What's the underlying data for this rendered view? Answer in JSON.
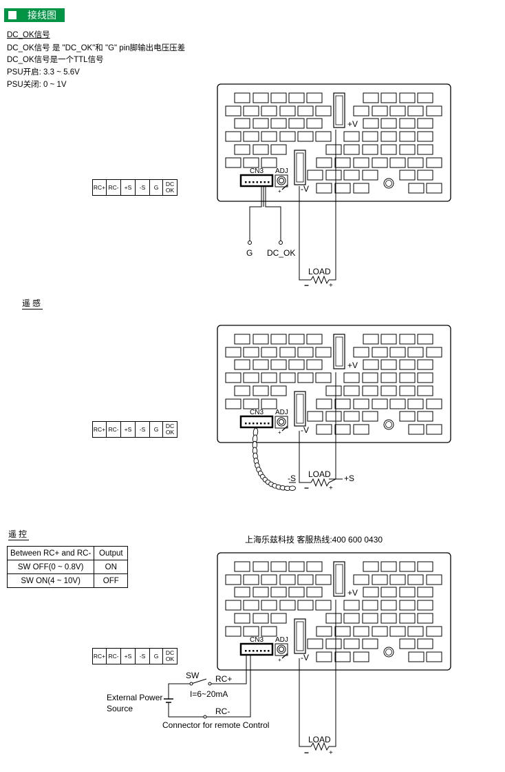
{
  "header": {
    "title": "接线图"
  },
  "dcok": {
    "heading": "DC_OK信号",
    "lines": [
      "DC_OK信号 是 \"DC_OK\"和 \"G\" pin脚输出电压压差",
      "DC_OK信号是一个TTL信号",
      "PSU开启: 3.3 ~ 5.6V",
      "PSU关闭: 0 ~ 1V"
    ]
  },
  "section2": {
    "title": "遥感"
  },
  "section3": {
    "title": "遥控"
  },
  "pins": [
    "RC+",
    "RC-",
    "+S",
    "-S",
    "G",
    "DC\nOK"
  ],
  "rc_table": {
    "headers": [
      "Between RC+ and RC-",
      "Output"
    ],
    "rows": [
      [
        "SW OFF(0 ~ 0.8V)",
        "ON"
      ],
      [
        "SW ON(4 ~ 10V)",
        "OFF"
      ]
    ]
  },
  "hotline": "上海乐兹科技 客服热线:400 600 0430",
  "labels": {
    "cn3": "CN3",
    "adj": "ADJ",
    "plus_v": "+V",
    "minus_v": "-V",
    "load": "LOAD",
    "g": "G",
    "dc_ok": "DC_OK",
    "minus_s": "-S",
    "plus_s": "+S",
    "minus": "−",
    "plus": "+",
    "sw": "SW",
    "rc_plus": "RC+",
    "rc_minus": "RC-",
    "current": "I=6~20mA",
    "ext_power_1": "External Power",
    "ext_power_2": "Source",
    "connector": "Connector for remote Control"
  }
}
